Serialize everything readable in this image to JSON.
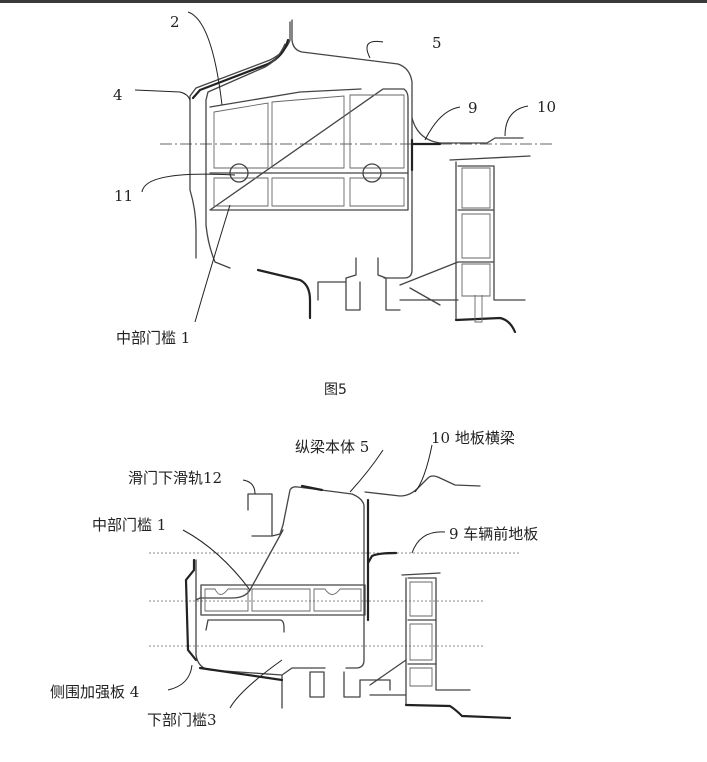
{
  "figure5": {
    "caption": "图5",
    "labels": {
      "l2": "2",
      "l5": "5",
      "l4": "4",
      "l9": "9",
      "l10": "10",
      "l11": "11",
      "l1": "中部门槛 1"
    }
  },
  "figure6": {
    "labels": {
      "l5": "纵梁本体 5",
      "l10": "10 地板横梁",
      "l12": "滑门下滑轨12",
      "l1": "中部门槛 1",
      "l9": "9 车辆前地板",
      "l4": "侧围加强板 4",
      "l3": "下部门槛3"
    }
  }
}
